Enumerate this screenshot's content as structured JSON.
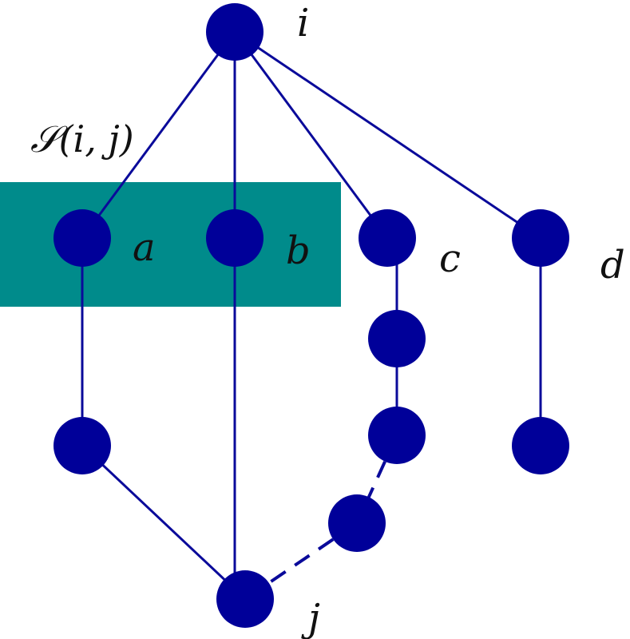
{
  "labels": {
    "set": "𝒮(i, j)",
    "i": "i",
    "a": "a",
    "b": "b",
    "c": "c",
    "d": "d",
    "j": "j"
  },
  "colors": {
    "node": "#000099",
    "edge": "#0a0a9a",
    "highlight": "#008b8b",
    "text": "#111111"
  }
}
